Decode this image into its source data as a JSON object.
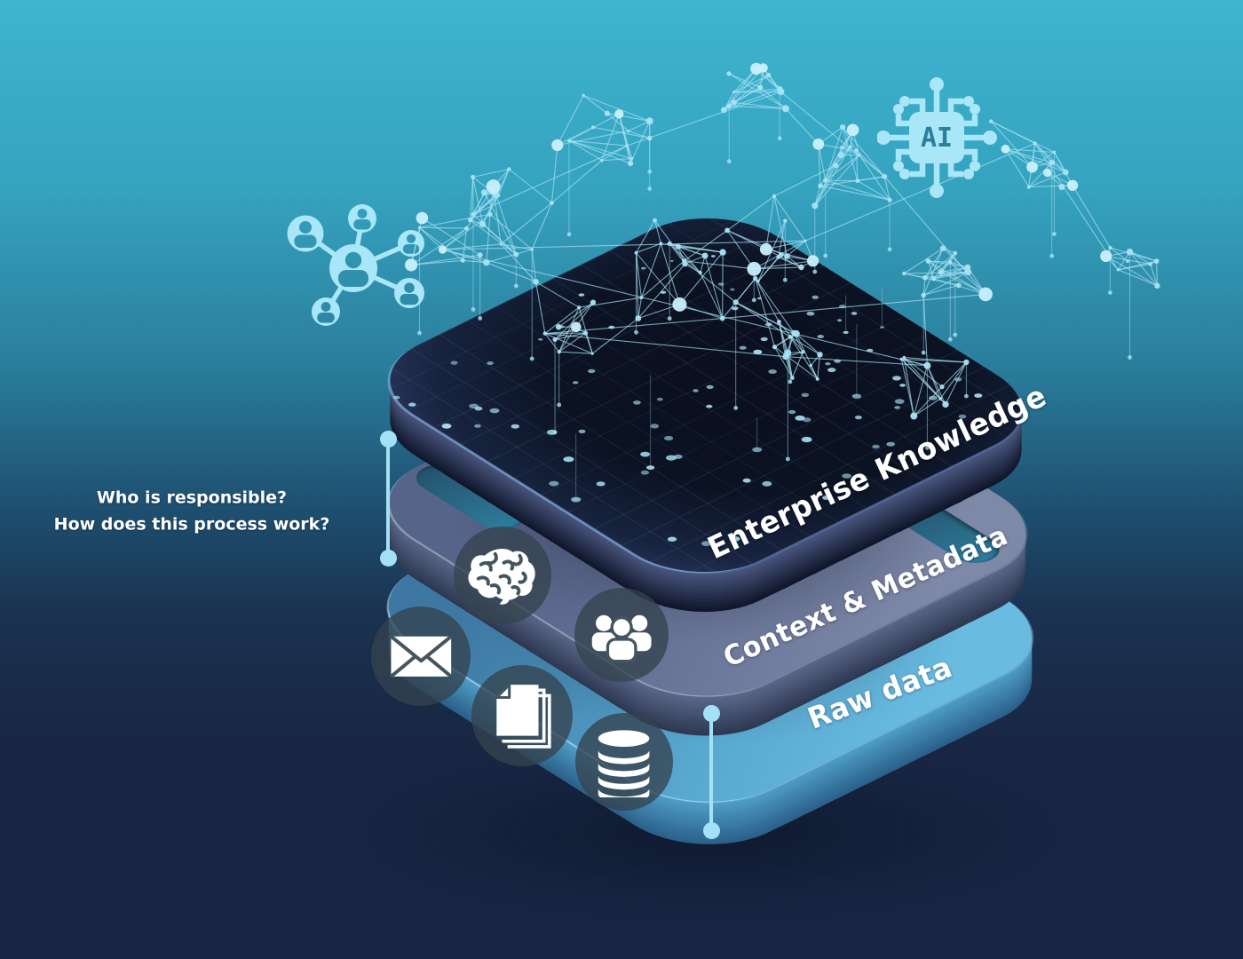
{
  "title": "Enterprise knowledge layers diagram",
  "question": {
    "line1": "Who is responsible?",
    "line2": "How does this process work?"
  },
  "layers": [
    {
      "id": "enterprise-knowledge",
      "label": "Enterprise Knowledge"
    },
    {
      "id": "context-metadata",
      "label": "Context & Metadata"
    },
    {
      "id": "raw-data",
      "label": "Raw data"
    }
  ],
  "ai_chip": {
    "label": "AI"
  },
  "icons": {
    "context_layer": [
      "brain-icon",
      "people-icon"
    ],
    "raw_layer": [
      "envelope-icon",
      "documents-icon",
      "database-icon"
    ],
    "floating": [
      "people-network-icon",
      "ai-chip-icon",
      "mesh-network-graphic"
    ]
  },
  "colors": {
    "bg_top": "#3EB5D1",
    "bg_up": "#35A2BE",
    "bg_mid": "#2A7E9C",
    "bg_deep": "#1F5273",
    "bg_low": "#1A3250",
    "bg_bottom": "#182643",
    "mesh": "#A9E2F4",
    "mesh_bright": "#C9F0FC",
    "connector": "#A3E2F6",
    "accent_light": "#A9E6F8",
    "chip_text": "#2C7E99",
    "text": "#FFFFFF",
    "top_face_core": "#0A0F1E",
    "top_face_edge": "#2E3C64",
    "top_side_light": "#49567E",
    "top_side_dark": "#10162B",
    "mid_face_dark": "#57648A",
    "mid_face_light": "#7E89A8",
    "mid_side_light": "#5A6788",
    "mid_side_dark": "#2E3852",
    "raw_face_dark": "#3E78A2",
    "raw_face_light": "#69BBE0",
    "raw_side_light": "#4E9DC6",
    "raw_side_dark": "#2B618A",
    "slot_a": "#24506A",
    "slot_b": "#2E7E9E",
    "icon_circle": "rgba(52,66,78,0.78)",
    "icon_glyph": "#FFFFFF",
    "icon_detail": "#45555F"
  }
}
